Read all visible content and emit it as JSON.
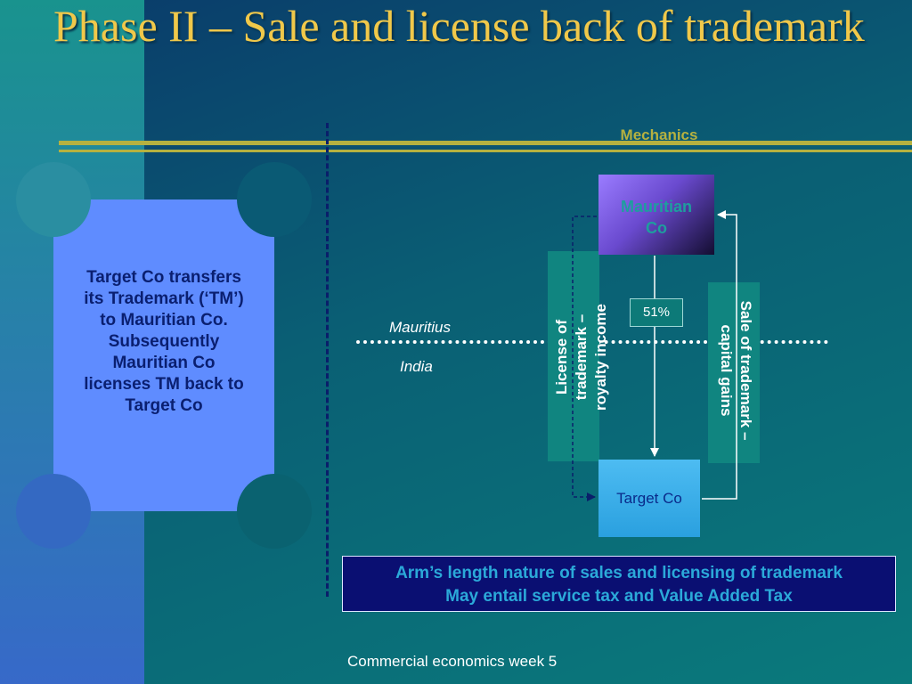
{
  "title": "Phase II – Sale and license back of trademark",
  "section_label": "Mechanics",
  "callout_text": "Target Co transfers\nits Trademark (‘TM’)\nto Mauritian Co.\nSubsequently\nMauritian Co\nlicenses TM back to\nTarget Co",
  "jurisdictions": {
    "upper": "Mauritius",
    "lower": "India"
  },
  "entities": {
    "mauritian_co": "Mauritian\nCo",
    "target_co": "Target Co"
  },
  "ownership_percent": "51%",
  "flows": {
    "license_label": "License of trademark –\nroyalty income",
    "sale_label": "Sale of trademark –\ncapital gains"
  },
  "notes": [
    "Arm’s length nature of sales and licensing of trademark",
    "May entail service tax and Value Added Tax"
  ],
  "footer": "Commercial economics week 5",
  "colors": {
    "title": "#f0c84a",
    "rule": "#b5b140",
    "callout_fill": "#5f8cff",
    "flow_bar": "#108580",
    "note_box": "#0a0f72"
  }
}
